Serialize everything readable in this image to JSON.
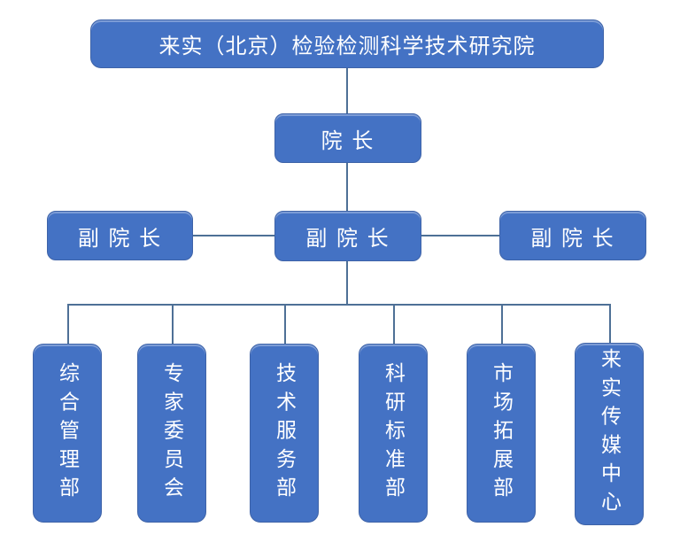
{
  "colors": {
    "node_fill": "#4472c4",
    "node_border": "#3e63a8",
    "node_text": "#ffffff",
    "connector": "#4e7096",
    "background": "#ffffff"
  },
  "org_chart": {
    "root": {
      "label": "来实（北京）检验检测科学技术研究院"
    },
    "director": {
      "label": "院 长"
    },
    "vice_directors": [
      {
        "label": "副 院 长",
        "position": "left"
      },
      {
        "label": "副 院 长",
        "position": "center"
      },
      {
        "label": "副 院 长",
        "position": "right"
      }
    ],
    "departments": [
      {
        "label": "综合管理部"
      },
      {
        "label": "专家委员会"
      },
      {
        "label": "技术服务部"
      },
      {
        "label": "科研标准部"
      },
      {
        "label": "市场拓展部"
      },
      {
        "label": "来实传媒中心"
      }
    ]
  }
}
